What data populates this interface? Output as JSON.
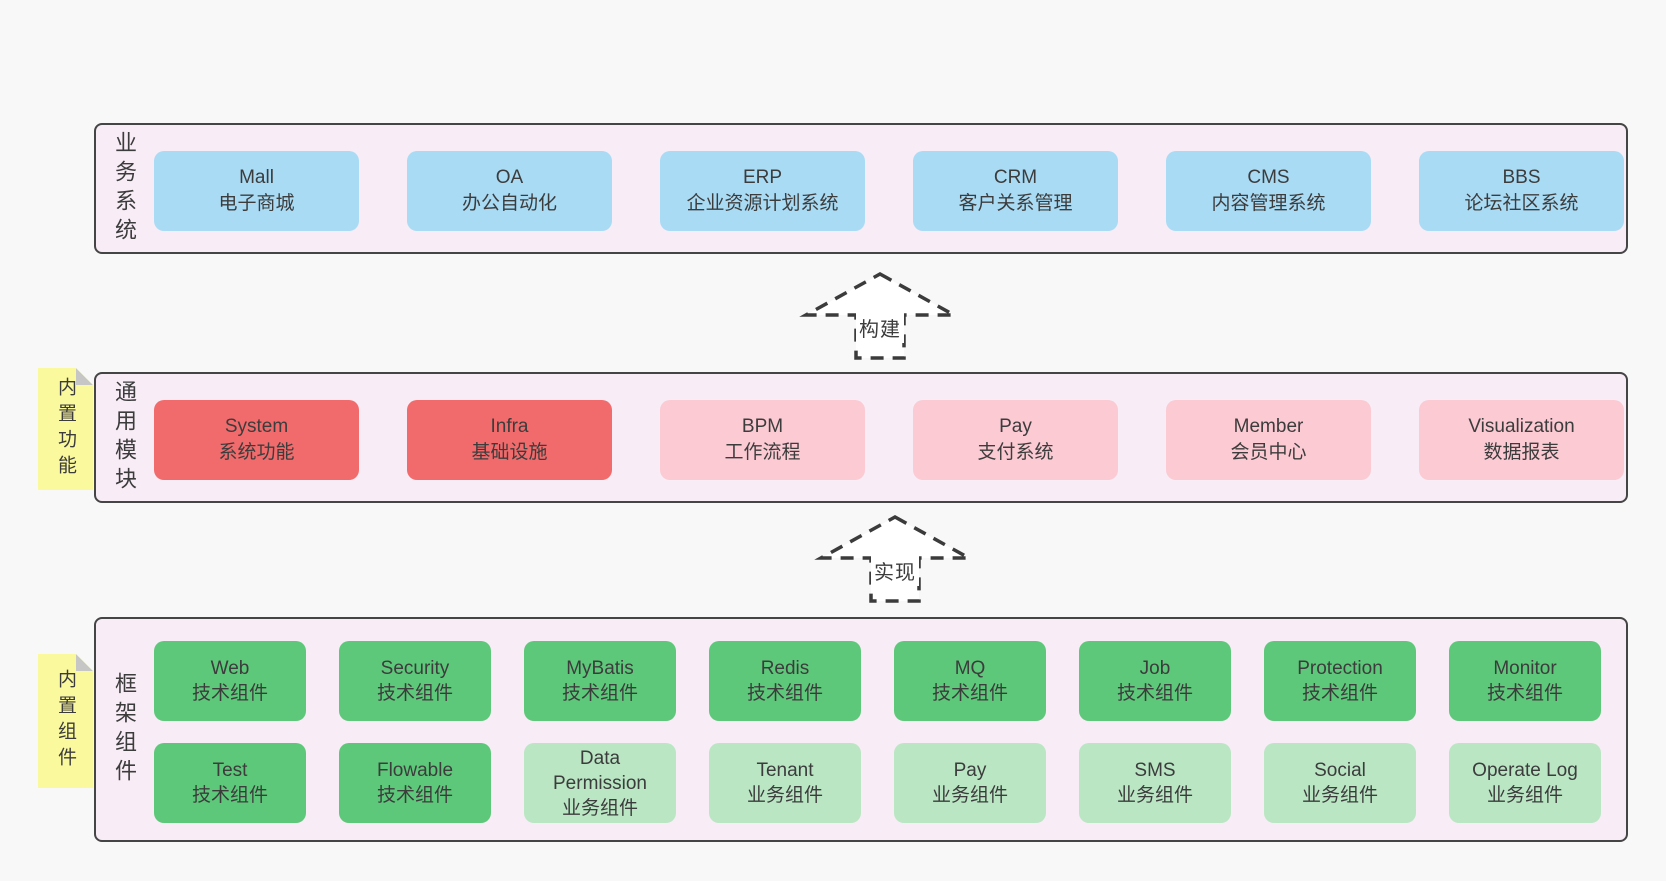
{
  "colors": {
    "page_bg": "#f8f8f8",
    "layer_fill": "#f8edf6",
    "layer_border": "#454545",
    "box_blue": "#a9dbf5",
    "box_red": "#f16b6c",
    "box_pink": "#fbcad3",
    "box_green": "#5ec87a",
    "box_light_green": "#bae6c4",
    "sticky_yellow": "#fbf99e",
    "sticky_fold": "#c6c6c6",
    "text": "#3c3c3c",
    "arrow_fill": "#ffffff",
    "arrow_stroke": "#3b3b3b"
  },
  "layers": [
    {
      "id": "business",
      "label": "业务系统",
      "boxes": [
        {
          "name": "Mall",
          "desc": "电子商城",
          "color": "blue"
        },
        {
          "name": "OA",
          "desc": "办公自动化",
          "color": "blue"
        },
        {
          "name": "ERP",
          "desc": "企业资源计划系统",
          "color": "blue"
        },
        {
          "name": "CRM",
          "desc": "客户关系管理",
          "color": "blue"
        },
        {
          "name": "CMS",
          "desc": "内容管理系统",
          "color": "blue"
        },
        {
          "name": "BBS",
          "desc": "论坛社区系统",
          "color": "blue"
        }
      ]
    },
    {
      "id": "modules",
      "label": "通用模块",
      "sticky": "内置功能",
      "boxes": [
        {
          "name": "System",
          "desc": "系统功能",
          "color": "red"
        },
        {
          "name": "Infra",
          "desc": "基础设施",
          "color": "red"
        },
        {
          "name": "BPM",
          "desc": "工作流程",
          "color": "pink"
        },
        {
          "name": "Pay",
          "desc": "支付系统",
          "color": "pink"
        },
        {
          "name": "Member",
          "desc": "会员中心",
          "color": "pink"
        },
        {
          "name": "Visualization",
          "desc": "数据报表",
          "color": "pink"
        }
      ]
    },
    {
      "id": "components",
      "label": "框架组件",
      "sticky": "内置组件",
      "rows": [
        [
          {
            "name": "Web",
            "desc": "技术组件",
            "color": "green"
          },
          {
            "name": "Security",
            "desc": "技术组件",
            "color": "green"
          },
          {
            "name": "MyBatis",
            "desc": "技术组件",
            "color": "green"
          },
          {
            "name": "Redis",
            "desc": "技术组件",
            "color": "green"
          },
          {
            "name": "MQ",
            "desc": "技术组件",
            "color": "green"
          },
          {
            "name": "Job",
            "desc": "技术组件",
            "color": "green"
          },
          {
            "name": "Protection",
            "desc": "技术组件",
            "color": "green"
          },
          {
            "name": "Monitor",
            "desc": "技术组件",
            "color": "green"
          }
        ],
        [
          {
            "name": "Test",
            "desc": "技术组件",
            "color": "green"
          },
          {
            "name": "Flowable",
            "desc": "技术组件",
            "color": "green"
          },
          {
            "name": "Data Permission",
            "desc": "业务组件",
            "color": "lightgreen"
          },
          {
            "name": "Tenant",
            "desc": "业务组件",
            "color": "lightgreen"
          },
          {
            "name": "Pay",
            "desc": "业务组件",
            "color": "lightgreen"
          },
          {
            "name": "SMS",
            "desc": "业务组件",
            "color": "lightgreen"
          },
          {
            "name": "Social",
            "desc": "业务组件",
            "color": "lightgreen"
          },
          {
            "name": "Operate Log",
            "desc": "业务组件",
            "color": "lightgreen"
          }
        ]
      ]
    }
  ],
  "arrows": [
    {
      "label": "构建"
    },
    {
      "label": "实现"
    }
  ]
}
